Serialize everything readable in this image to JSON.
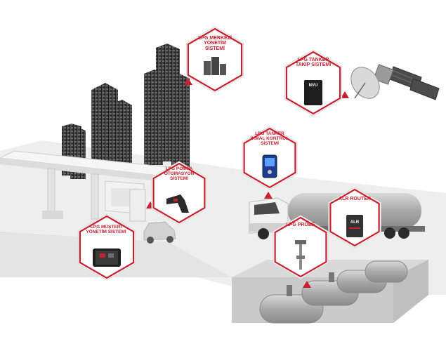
{
  "colors": {
    "accent": "#c8202e",
    "ground": "#ececec",
    "building": "#3a3a3a",
    "device": "#1e1e1e"
  },
  "hexagons": [
    {
      "id": "merkezi",
      "icon": "building-icon",
      "lines": [
        "LPG MERKEZİ",
        "YÖNETİM",
        "SİSTEMİ"
      ]
    },
    {
      "id": "tanker-takip",
      "icon": "tracking-device-icon",
      "lines": [
        "LPG TANKER",
        "TAKİP SİSTEMİ"
      ],
      "device_label": "NVU"
    },
    {
      "id": "tanker-ikmal",
      "icon": "control-panel-icon",
      "lines": [
        "LPG TANKER",
        "İKMAL KONTROL",
        "SİSTEMİ"
      ]
    },
    {
      "id": "pompa",
      "icon": "fuel-nozzle-icon",
      "lines": [
        "LPG POMPA",
        "OTOMASYON",
        "SİSTEMİ"
      ]
    },
    {
      "id": "router",
      "icon": "router-device-icon",
      "lines": [
        "ALR ROUTER"
      ],
      "device_label": "ALR"
    },
    {
      "id": "probe",
      "icon": "probe-icon",
      "lines": [
        "LPG PROBE"
      ]
    },
    {
      "id": "musteri",
      "icon": "tablet-icon",
      "lines": [
        "LPG MÜŞTERİ",
        "YÖNETİM SİSTEMİ"
      ]
    }
  ]
}
